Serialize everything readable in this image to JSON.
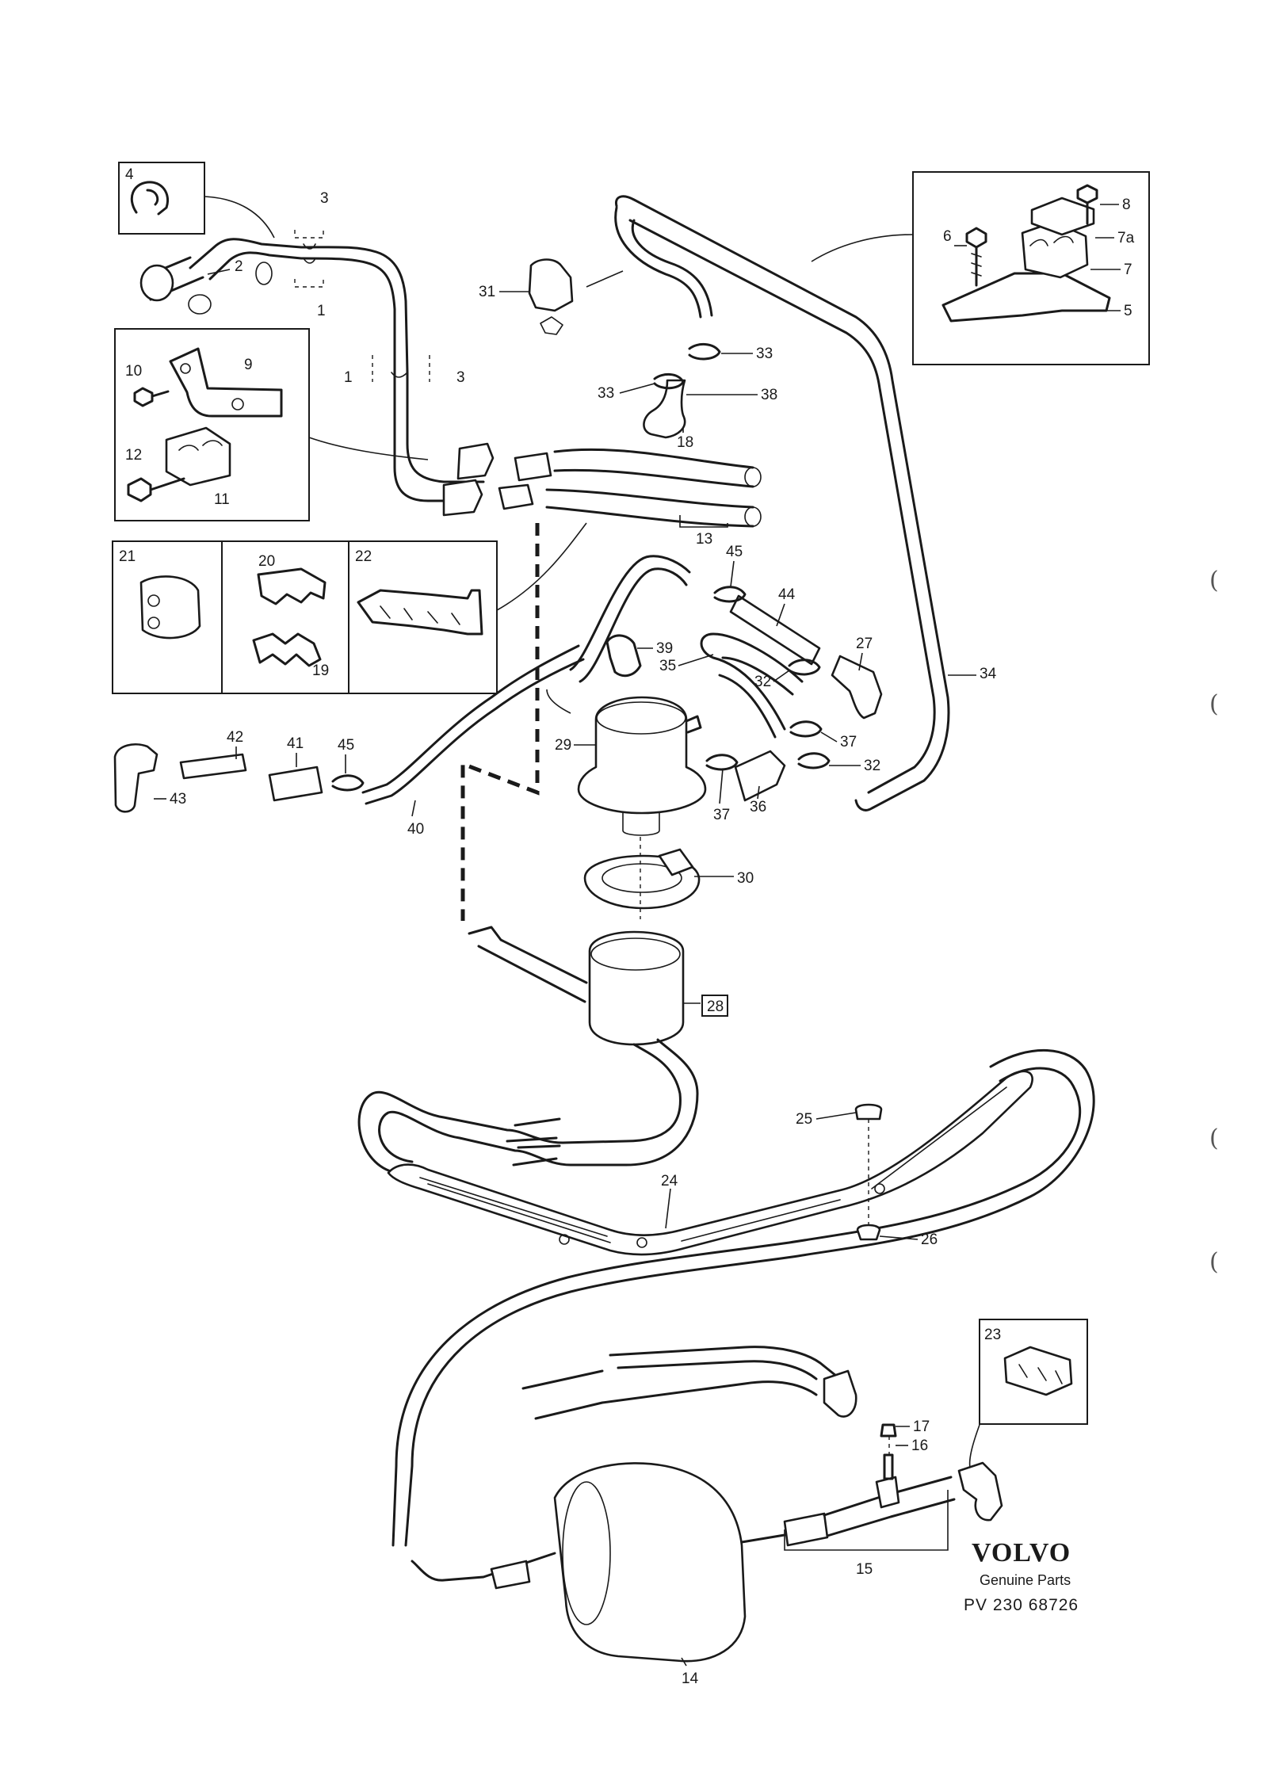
{
  "callouts": [
    "1",
    "1",
    "2",
    "3",
    "3",
    "4",
    "5",
    "6",
    "7",
    "7a",
    "8",
    "9",
    "10",
    "11",
    "12",
    "13",
    "14",
    "15",
    "16",
    "17",
    "18",
    "19",
    "20",
    "21",
    "22",
    "23",
    "24",
    "25",
    "26",
    "27",
    "28",
    "29",
    "30",
    "31",
    "32",
    "32",
    "33",
    "33",
    "34",
    "35",
    "36",
    "37",
    "37",
    "38",
    "39",
    "40",
    "41",
    "42",
    "43",
    "44",
    "45",
    "45"
  ],
  "brand": {
    "name": "VOLVO",
    "subtitle": "Genuine Parts",
    "catalog": "PV 230 68726"
  },
  "margin_marks": [
    "(",
    "(",
    "(",
    "("
  ]
}
